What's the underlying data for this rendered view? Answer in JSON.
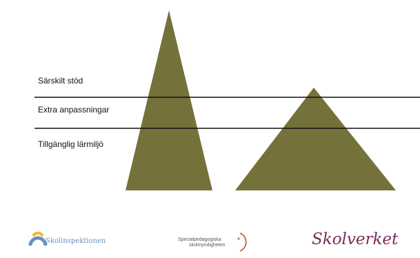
{
  "levels": [
    "Särskilt stöd",
    "Extra anpassningar",
    "Tillgänglig lärmiljö"
  ],
  "colors": {
    "triangle_fill": "#75713a",
    "line": "#111111",
    "skolinspektionen": "#6c8fbf",
    "skolinspektionen_accent": "#f2b62b",
    "skolverket": "#7b2d5a",
    "spsm_arc": "#c0502d"
  },
  "logos": {
    "skolinspektionen": "Skolinspektionen",
    "spsm_line1": "Specialpedagogiska",
    "spsm_line2": "skolmyndigheten",
    "skolverket": "Skolverket"
  }
}
